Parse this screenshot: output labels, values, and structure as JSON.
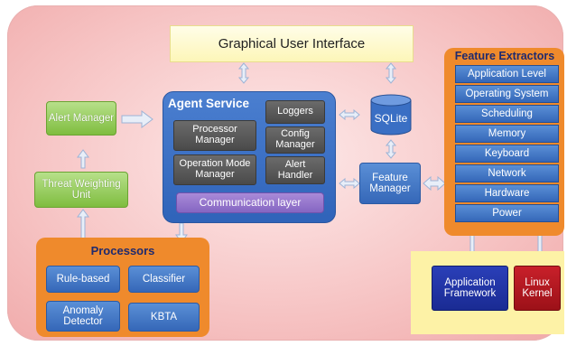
{
  "gui": "Graphical User Interface",
  "agent": {
    "title": "Agent Service",
    "processor_manager": "Processor Manager",
    "operation_mode_manager": "Operation Mode Manager",
    "loggers": "Loggers",
    "config_manager": "Config Manager",
    "alert_handler": "Alert Handler",
    "communication_layer": "Communication layer"
  },
  "alert_manager": "Alert Manager",
  "threat_weighting_unit": "Threat Weighting Unit",
  "sqlite": "SQLite",
  "feature_manager": "Feature Manager",
  "feature_extractors": {
    "title": "Feature Extractors",
    "items": [
      "Application Level",
      "Operating System",
      "Scheduling",
      "Memory",
      "Keyboard",
      "Network",
      "Hardware",
      "Power"
    ]
  },
  "processors": {
    "title": "Processors",
    "rule_based": "Rule-based",
    "classifier": "Classifier",
    "anomaly_detector": "Anomaly Detector",
    "kbta": "KBTA"
  },
  "application_framework": "Application Framework",
  "linux_kernel": "Linux Kernel"
}
